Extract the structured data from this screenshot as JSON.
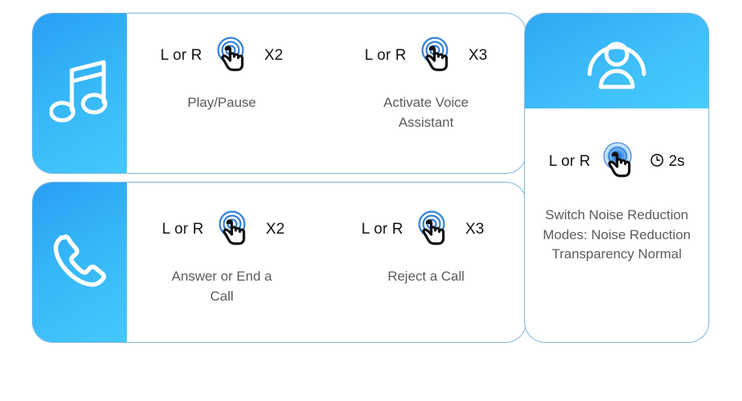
{
  "theme": {
    "accent_blue": "#2a9ef4",
    "accent_cyan": "#45c8fa",
    "card_border": "#7fb4da",
    "caption_gray": "#5b5b5b",
    "label_black": "#111111",
    "ripple_blue": "#2f7ed8"
  },
  "cards": [
    {
      "id": "music",
      "icon_name": "music-note-icon",
      "cells": [
        {
          "id": "play",
          "side_label": "L or R",
          "gesture_icon": "tap-hand-icon",
          "count_label": "X2",
          "caption": "Play/Pause"
        },
        {
          "id": "voice",
          "side_label": "L or R",
          "gesture_icon": "tap-hand-icon",
          "count_label": "X3",
          "caption": "Activate Voice Assistant"
        }
      ]
    },
    {
      "id": "call",
      "icon_name": "phone-handset-icon",
      "cells": [
        {
          "id": "answer",
          "side_label": "L or R",
          "gesture_icon": "tap-hand-icon",
          "count_label": "X2",
          "caption": "Answer or End a Call"
        },
        {
          "id": "reject",
          "side_label": "L or R",
          "gesture_icon": "tap-hand-icon",
          "count_label": "X3",
          "caption": "Reject a Call"
        }
      ]
    }
  ],
  "anc_card": {
    "id": "anc",
    "icon_name": "person-headset-icon",
    "side_label": "L or R",
    "gesture_icon": "press-hold-hand-icon",
    "clock_icon": "clock-icon",
    "duration_label": "2s",
    "caption": "Switch Noise Reduction Modes: Noise Reduction Transparency Normal"
  }
}
